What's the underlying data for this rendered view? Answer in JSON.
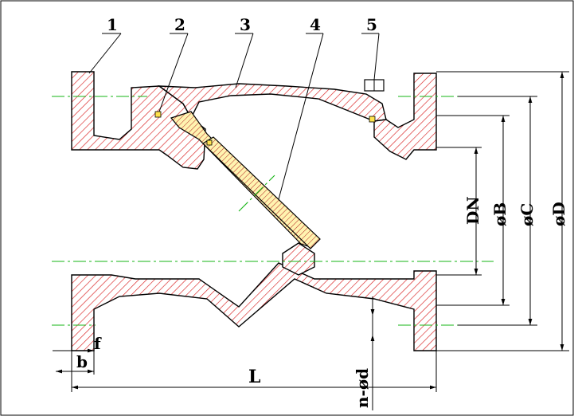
{
  "part_labels": [
    "1",
    "2",
    "3",
    "4",
    "5"
  ],
  "dimensions": {
    "dn": "DN",
    "b_dia": "øB",
    "c_dia": "øC",
    "d_dia": "øD",
    "length": "L",
    "flange_thickness": "b",
    "raised_face": "f",
    "bolt_holes": "n-ød"
  },
  "colors": {
    "hatch_body": "#d92020",
    "hatch_disc": "#d99a00",
    "seal": "#ffe24d",
    "centerline": "#16b616",
    "line": "#000000"
  }
}
